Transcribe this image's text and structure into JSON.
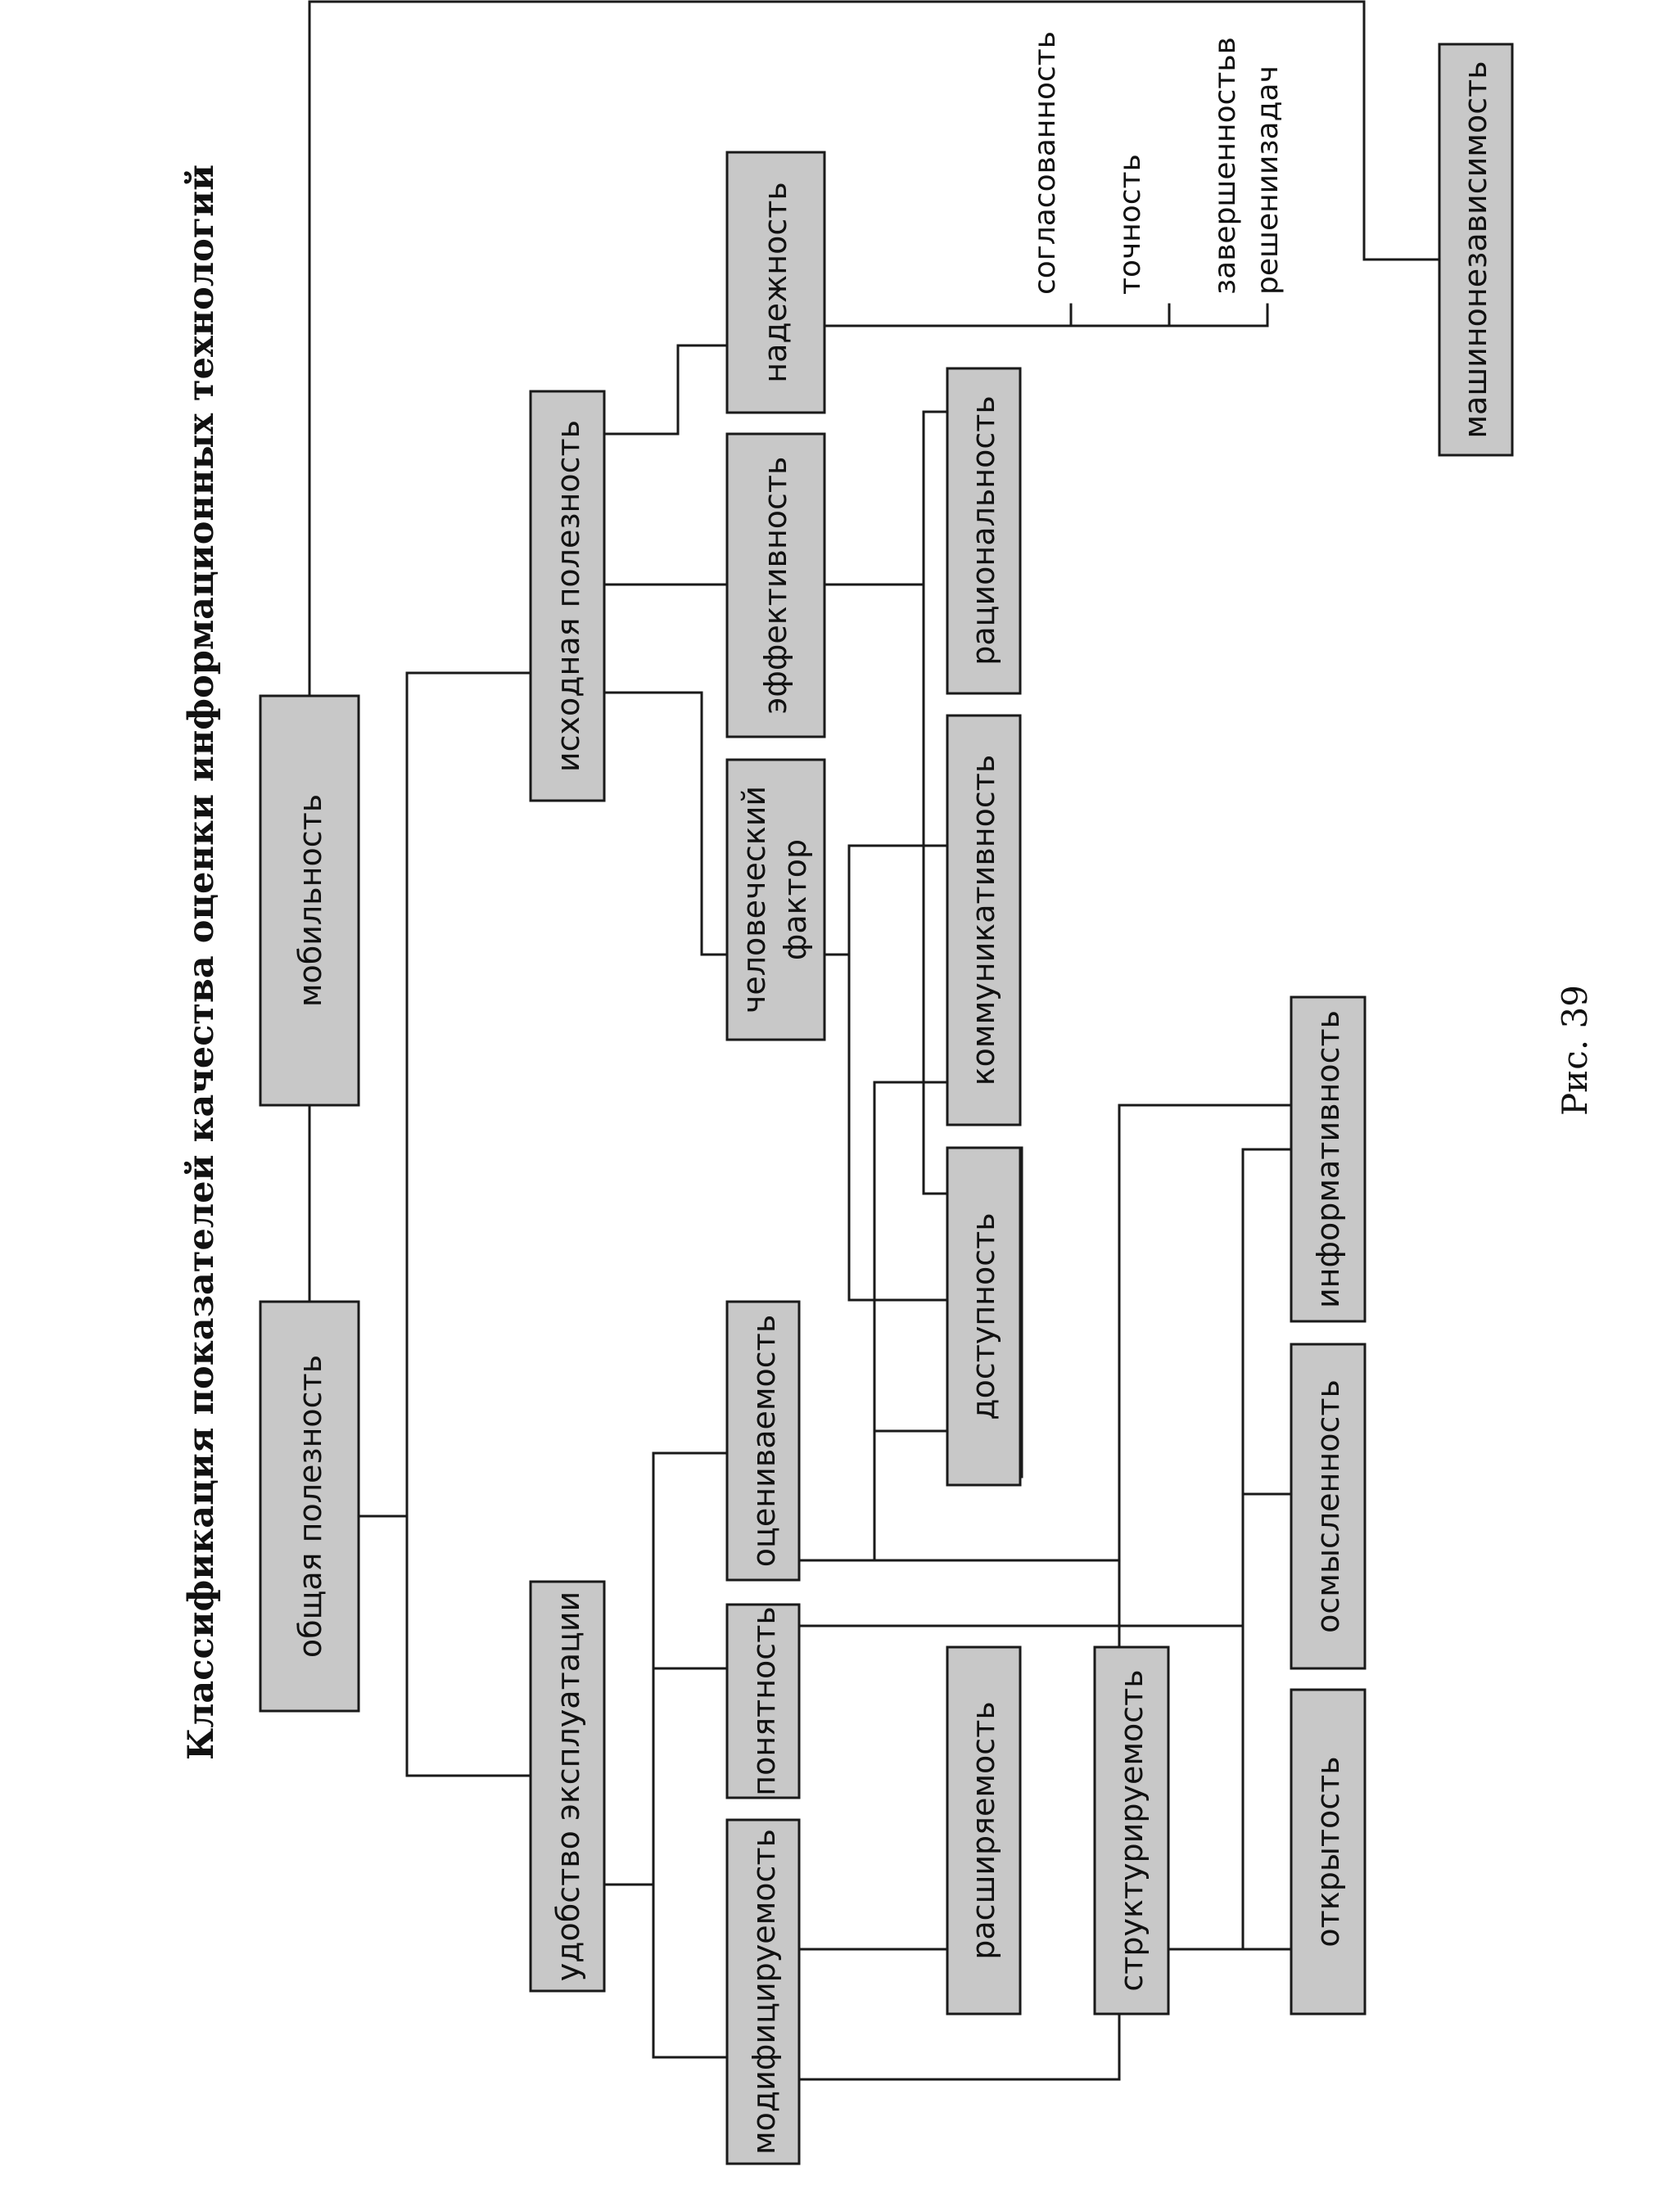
{
  "title": "Классификация показателей качества оценки информационных технологий",
  "caption": "Рис. 39",
  "nodes": {
    "general": "общая полезность",
    "mobility": "мобильность",
    "usability": "удобство эксплуатации",
    "initial": "исходная полезность",
    "modifiability": "модифицируемость",
    "understandability": "понятность",
    "evaluability": "оцениваемость",
    "human_1": "человеческий",
    "human_2": "фактор",
    "efficiency": "эффективность",
    "reliability": "надежность",
    "extensibility": "расширяемость",
    "structurability": "структурируемость",
    "accessibility": "доступность",
    "communicativeness": "коммуникативность",
    "rationality": "рациональность",
    "openness": "открытость",
    "meaningfulness": "осмысленность",
    "informativeness": "информативность",
    "machine_independence": "машинонезависимость"
  },
  "leaves": {
    "consistency": "согласованность",
    "accuracy": "точность",
    "completeness_1": "завершенностьв",
    "completeness_2": "решениизадач"
  }
}
